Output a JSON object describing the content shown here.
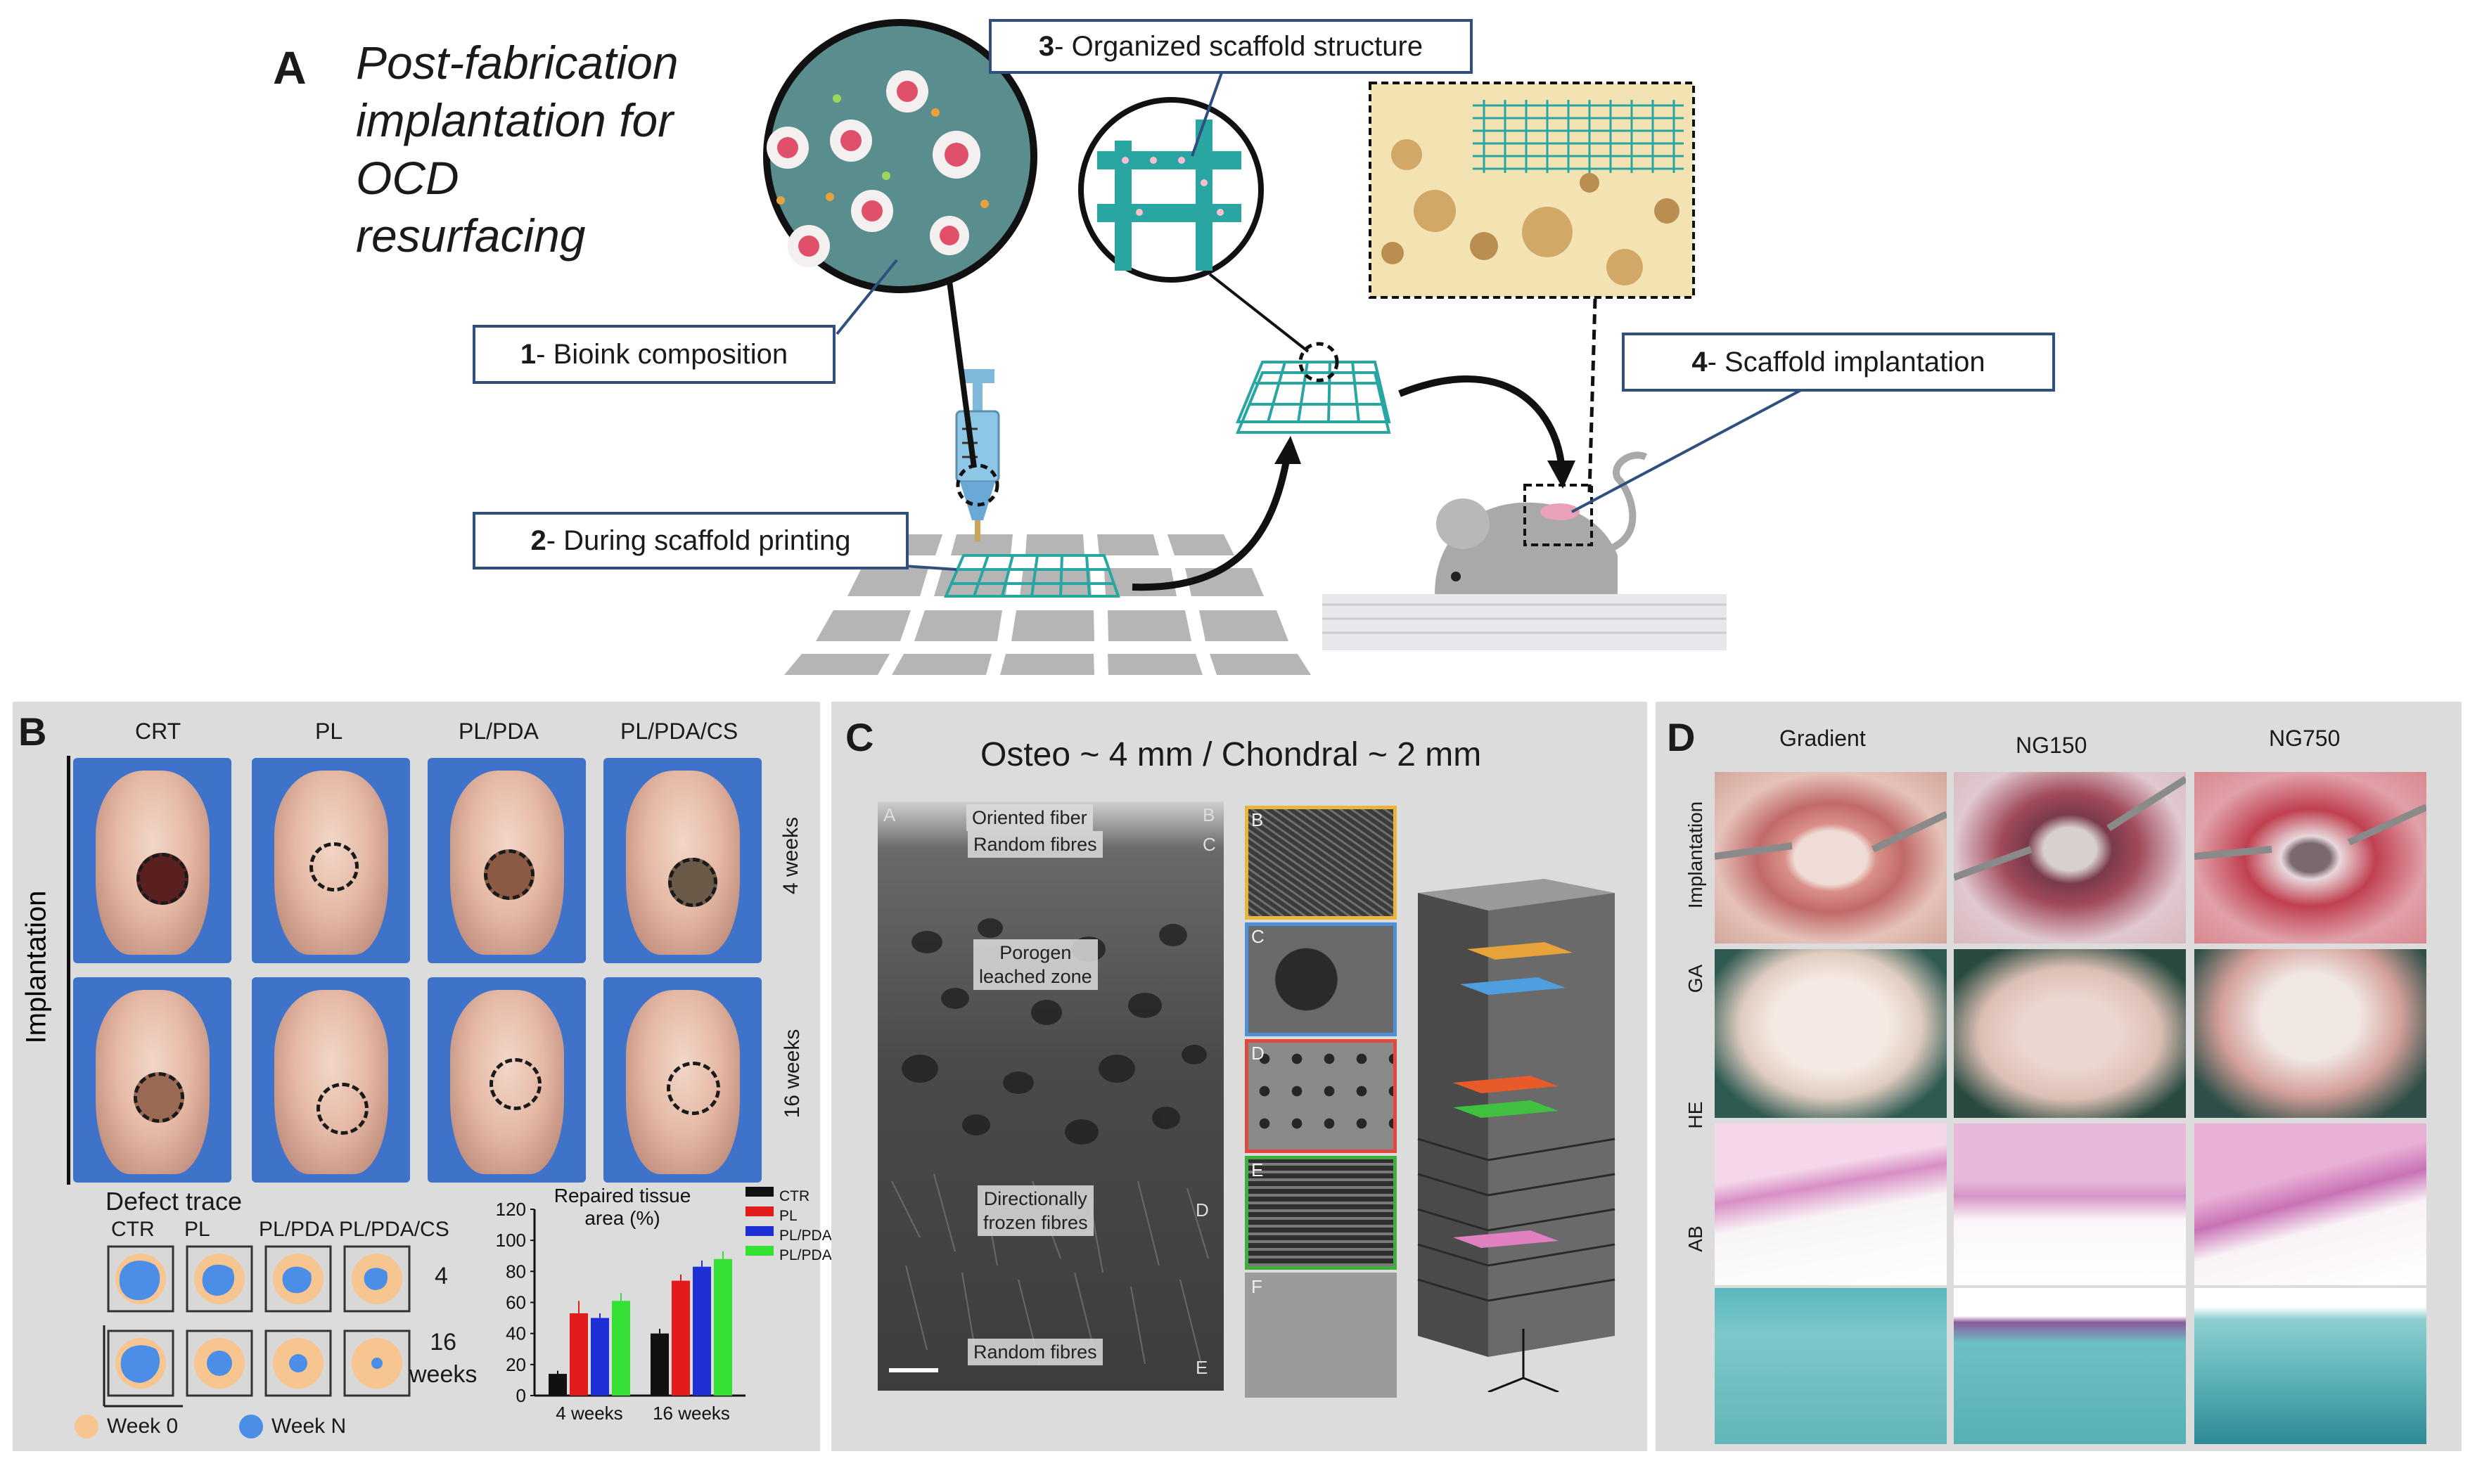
{
  "panel_a": {
    "letter": "A",
    "title_lines": [
      "Post-fabrication",
      "implantation for",
      "OCD",
      "resurfacing"
    ],
    "callouts": {
      "c1": {
        "num": "1",
        "text": "- Bioink composition"
      },
      "c2": {
        "num": "2",
        "text": "- During scaffold printing"
      },
      "c3": {
        "num": "3",
        "text": "- Organized scaffold structure"
      },
      "c4": {
        "num": "4",
        "text": "- Scaffold implantation"
      }
    },
    "colors": {
      "teal": "#2aa6a2",
      "callout_border": "#2f4f7f",
      "grid_gray": "#b5b5b5",
      "bone": "#f3e3b3"
    }
  },
  "panel_b": {
    "letter": "B",
    "columns": [
      "CRT",
      "PL",
      "PL/PDA",
      "PL/PDA/CS"
    ],
    "row_axis_label": "Implantation",
    "row_labels": [
      "4 weeks",
      "16 weeks"
    ],
    "defect_trace": {
      "title": "Defect trace",
      "columns": [
        "CTR",
        "PL",
        "PL/PDA",
        "PL/PDA/CS"
      ],
      "rows": [
        "4",
        "16\nweeks"
      ],
      "legend": [
        {
          "label": "Week 0",
          "color": "#f7c58f"
        },
        {
          "label": "Week N",
          "color": "#4a8ee8"
        }
      ]
    }
  },
  "chart_data": {
    "type": "bar",
    "title": "Repaired tissue area (%)",
    "categories": [
      "4 weeks",
      "16 weeks"
    ],
    "ylim": [
      0,
      120
    ],
    "yticks": [
      0,
      20,
      40,
      60,
      80,
      100,
      120
    ],
    "series": [
      {
        "name": "CTR",
        "color": "#111111",
        "values": [
          14,
          40
        ]
      },
      {
        "name": "PL",
        "color": "#e21c1c",
        "values": [
          53,
          74
        ]
      },
      {
        "name": "PL/PDA",
        "color": "#1f2fd6",
        "values": [
          50,
          83
        ]
      },
      {
        "name": "PL/PDA/CS",
        "color": "#34e034",
        "values": [
          61,
          88
        ]
      }
    ],
    "errors": [
      [
        2,
        3
      ],
      [
        8,
        4
      ],
      [
        3,
        4
      ],
      [
        5,
        5
      ]
    ],
    "legend_position": "top-right"
  },
  "panel_c": {
    "letter": "C",
    "title": "Osteo ~ 4 mm / Chondral ~ 2 mm",
    "sem_labels": {
      "oriented": "Oriented fiber",
      "random_top": "Random fibres",
      "porogen": "Porogen\nleached zone",
      "directional": "Directionally\nfrozen fibres",
      "random_bottom": "Random fibres"
    },
    "sem_letters": [
      "A",
      "B",
      "C",
      "D",
      "E"
    ],
    "inset_letters": [
      "B",
      "C",
      "D",
      "E",
      "F"
    ],
    "inset_colors": [
      "#e8b43a",
      "#4f8fd6",
      "#e04a3e",
      "#3fae3f",
      "#9a9a9a"
    ]
  },
  "panel_d": {
    "letter": "D",
    "columns": [
      "Gradient",
      "NG150",
      "NG750"
    ],
    "row_labels": [
      "Implantation",
      "GA",
      "HE",
      "AB"
    ]
  }
}
